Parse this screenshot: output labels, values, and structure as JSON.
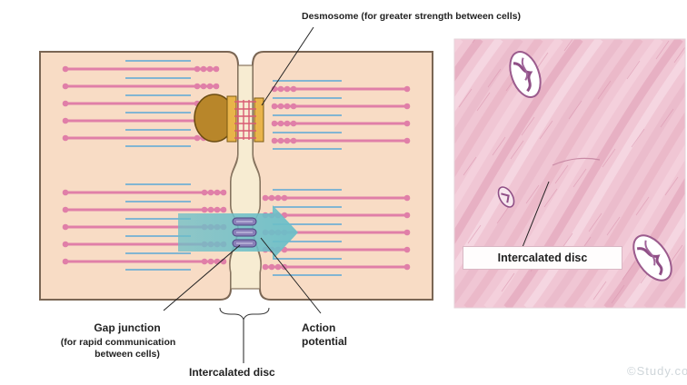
{
  "labels": {
    "desmosome": "Desmosome (for greater strength between cells)",
    "gap_junction_title": "Gap junction",
    "gap_junction_desc_1": "(for rapid communication",
    "gap_junction_desc_2": "between cells)",
    "action_potential_1": "Action",
    "action_potential_2": "potential",
    "intercalated_disc_bottom": "Intercalated disc",
    "intercalated_disc_micrograph": "Intercalated disc"
  },
  "watermark": "©Study.co",
  "colors": {
    "cell_fill": "#f8dcc5",
    "membrane": "#7a6654",
    "myosin": "#e07fa8",
    "actin": "#5aa8d6",
    "desmosome_plaque": "#b8862a",
    "desmosome_core": "#e9b44a",
    "desmosome_links": "#d95b73",
    "gap_junction": "#8a80b8",
    "action_potential_arrow": "#6cbfc8",
    "micrograph_base": "#f0c6d4",
    "nuclei": "#8f4f86"
  }
}
